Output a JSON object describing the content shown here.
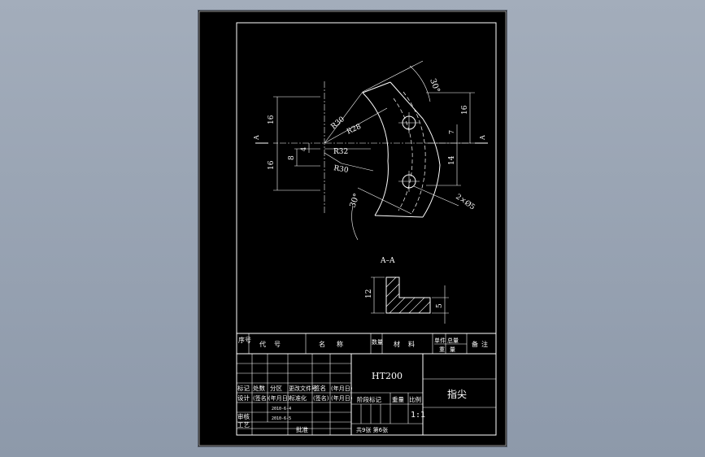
{
  "drawing": {
    "dims": {
      "angle_top": "30°",
      "angle_bottom": "30°",
      "r30_upper": "R30",
      "r28": "R28",
      "r32": "R32",
      "r30_lower": "R30",
      "hole": "2×Ø5",
      "left_16_upper": "16",
      "left_16_lower": "16",
      "left_8": "8",
      "left_4": "4",
      "right_16": "16",
      "right_7": "7",
      "right_14": "14",
      "section_marker_left": "A",
      "section_marker_right": "A"
    },
    "section": {
      "title": "A–A",
      "dim_12": "12",
      "dim_5": "5"
    }
  },
  "title_block": {
    "bom_headers": {
      "seq": "序号",
      "code": "代号",
      "name": "名称",
      "qty": "数量",
      "material": "材料",
      "unit_weight": "单件",
      "total_weight": "总量",
      "weight_label": "重量",
      "remarks": "备注"
    },
    "material": "HT200",
    "part_name": "指尖",
    "revision_row": [
      "标记",
      "处数",
      "分区",
      "更改文件号",
      "签名",
      "(年月日)"
    ],
    "design_row": [
      "设计",
      "(签名)",
      "(年月日)",
      "标准化",
      "(签名)",
      "(年月日)"
    ],
    "stage_mark": "阶段标记",
    "weight": "重量",
    "ratio_label": "比例",
    "ratio": "1:1",
    "date1": "2010-6-4",
    "date2": "2010-6-5",
    "review": "审核",
    "process": "工艺",
    "approve": "批准",
    "sheet_info": "共9张 第6张"
  }
}
